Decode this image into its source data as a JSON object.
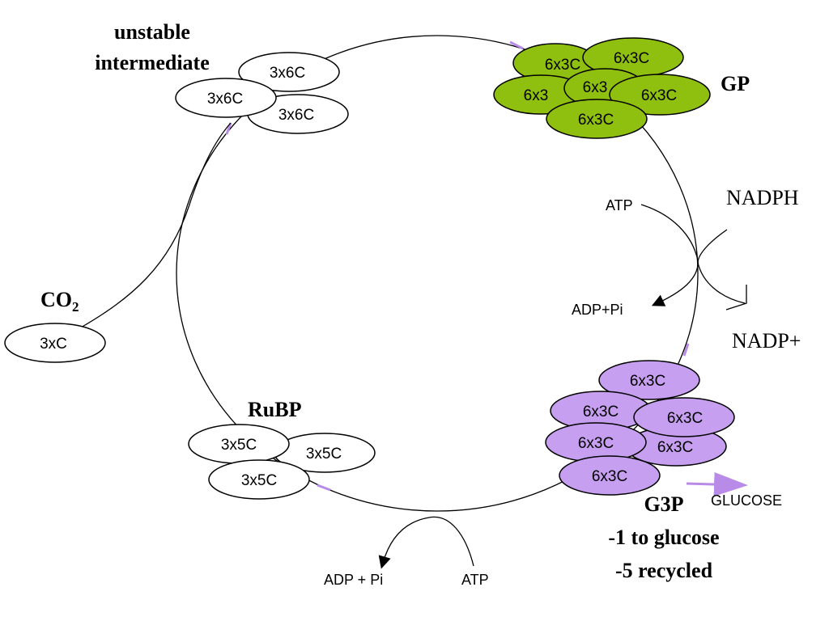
{
  "labels": {
    "unstable_line1": "unstable",
    "unstable_line2": "intermediate",
    "gp": "GP",
    "nadph": "NADPH",
    "nadp_plus": "NADP+",
    "atp_right": "ATP",
    "adp_pi_right": "ADP+Pi",
    "co2_main": "CO",
    "co2_sub": "2",
    "rubp": "RuBP",
    "g3p": "G3P",
    "g3p_note1": "-1 to glucose",
    "g3p_note2": "-5 recycled",
    "glucose": "GLUCOSE",
    "adp_pi_bottom": "ADP + Pi",
    "atp_bottom": "ATP"
  },
  "molecules": {
    "intermediate": [
      "3x6C",
      "3x6C",
      "3x6C"
    ],
    "gp": [
      "6x3C",
      "6x3C",
      "6x3",
      "6x3",
      "6x3C",
      "6x3C"
    ],
    "g3p": [
      "6x3C",
      "6x3C",
      "6x3C",
      "6x3C",
      "6x3C",
      "6x3C"
    ],
    "rubp": [
      "3x5C",
      "3x5C",
      "3x5C"
    ],
    "co2": "3xC"
  },
  "colors": {
    "gp_fill": "#8fc010",
    "g3p_fill": "#c79ff0",
    "arrow_accent": "#b98be8"
  }
}
